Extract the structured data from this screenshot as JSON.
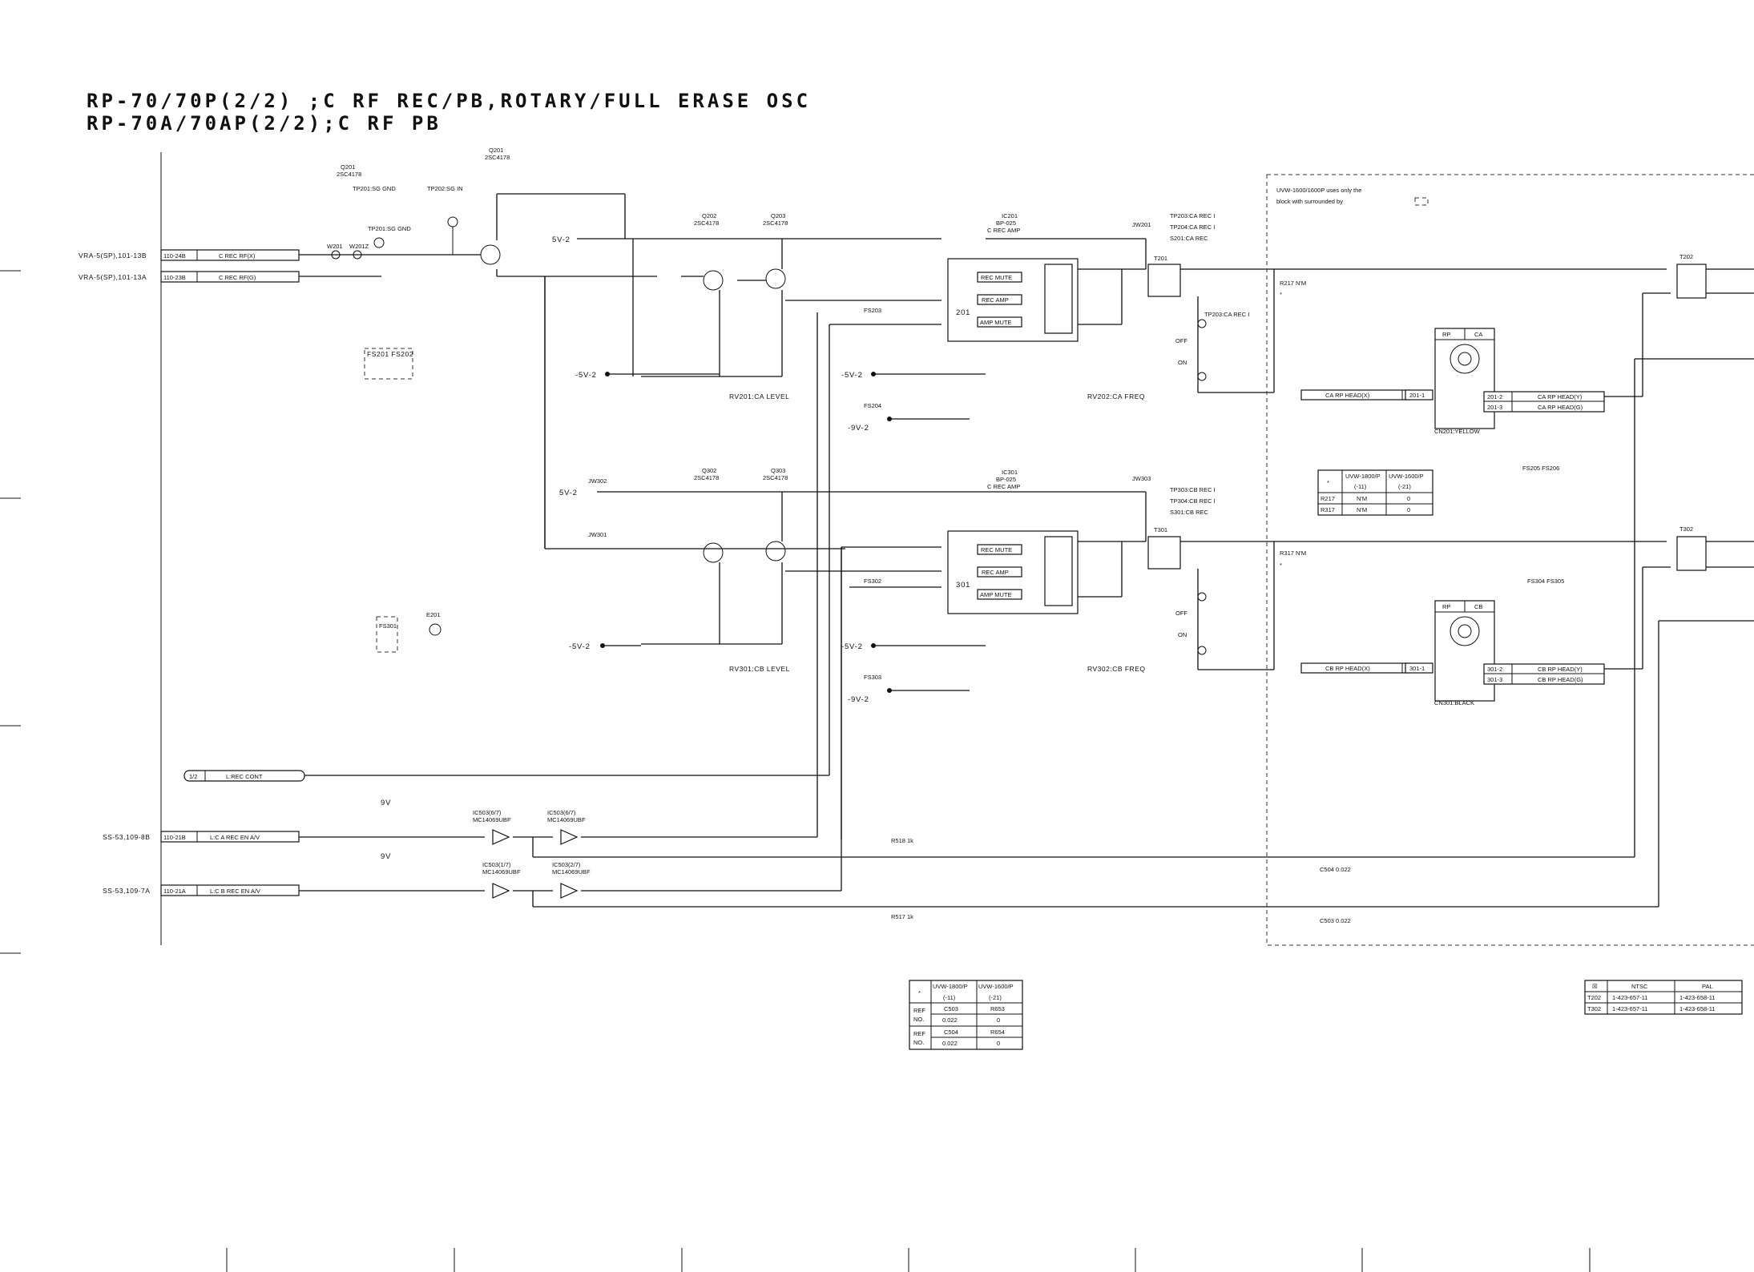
{
  "title": {
    "line1": "RP-70/70P(2/2)  ;C RF REC/PB,ROTARY/FULL ERASE OSC",
    "line2": "RP-70A/70AP(2/2);C RF PB"
  },
  "inputs": [
    {
      "source": "VRA-5(SP),101-13B",
      "ref": "110-24B",
      "signal": "C REC RF(X)"
    },
    {
      "source": "VRA-5(SP),101-13A",
      "ref": "110-23B",
      "signal": "C REC RF(G)"
    },
    {
      "source": "SS-53,109-8B",
      "ref": "110-21B",
      "signal": "L:C A REC EN A/V"
    },
    {
      "source": "SS-53,109-7A",
      "ref": "110-21A",
      "signal": "L:C B REC EN A/V"
    }
  ],
  "rec_cont": {
    "ref": "1/2",
    "signal": "L:REC CONT"
  },
  "test_points": {
    "tp201": "TP201:SG GND",
    "tp202": "TP202:SG IN",
    "tp203_a": "TP203:CA REC I",
    "tp204_a": "TP204:CA REC I",
    "s201": "S201:CA REC",
    "tp303_a": "TP303:CB REC I",
    "tp304_a": "TP304:CB REC I",
    "s301": "S301:CB REC"
  },
  "transistors": {
    "q201": [
      "Q201",
      "2SC4178"
    ],
    "q202": [
      "Q202",
      "2SC4178"
    ],
    "q203": [
      "Q203",
      "2SC4178"
    ],
    "q302": [
      "Q302",
      "2SC4178"
    ],
    "q303": [
      "Q303",
      "2SC4178"
    ]
  },
  "ics": {
    "ic201": {
      "name": "IC201",
      "part": "BP-025",
      "func": "C REC AMP",
      "num": "201",
      "blocks": [
        "REC MUTE",
        "REC AMP",
        "AMP MUTE"
      ]
    },
    "ic301": {
      "name": "IC301",
      "part": "BP-025",
      "func": "C REC AMP",
      "num": "301",
      "blocks": [
        "REC MUTE",
        "REC AMP",
        "AMP MUTE"
      ]
    }
  },
  "adjust": {
    "rv201": "RV201:CA LEVEL",
    "rv202": "RV202:CA FREQ",
    "rv301": "RV301:CB LEVEL",
    "rv302": "RV302:CB FREQ"
  },
  "rails": {
    "p5": "5V-2",
    "m5": "-5V-2",
    "m9": "-9V-2",
    "v9": "9V"
  },
  "buffers": {
    "ic503_6": [
      "IC503(6/7)",
      "MC14069UBF"
    ],
    "ic503_7": [
      "IC503(6/7)",
      "MC14069UBF"
    ],
    "ic503_1": [
      "IC503(1/7)",
      "MC14069UBF"
    ],
    "ic503_2": [
      "IC503(2/7)",
      "MC14069UBF"
    ]
  },
  "note": {
    "line1": "UVW-1600/1600P uses only the",
    "line2": "block with surrounded by"
  },
  "heads": {
    "ca": {
      "head_x": "CA RP HEAD(X)",
      "pin_x": "201-1",
      "pin_y": "201-2",
      "pin_g": "201-3",
      "head_y": "CA RP HEAD(Y)",
      "head_g": "CA RP HEAD(G)",
      "cn": "CN201:YELLOW",
      "rp": "RP",
      "ch": "CA"
    },
    "cb": {
      "head_x": "CB RP HEAD(X)",
      "pin_x": "301-1",
      "pin_y": "301-2",
      "pin_g": "301-3",
      "head_y": "CB RP HEAD(Y)",
      "head_g": "CB RP HEAD(G)",
      "cn": "CN301:BLACK",
      "rp": "RP",
      "ch": "CB"
    }
  },
  "switch": {
    "off": "OFF",
    "on": "ON"
  },
  "misc_labels": {
    "e201": "E201",
    "fs201": "FS201 FS202",
    "fs301": "FS301",
    "fs203": "FS203",
    "fs204": "FS204",
    "fs302": "FS302",
    "fs303": "FS303",
    "fs205": "FS205 FS206",
    "fs304": "FS304 FS305",
    "t201": "T201",
    "t202": "T202",
    "t301": "T301",
    "t302": "T302",
    "jw201": "JW201",
    "jw302": "JW302",
    "jw301": "JW301",
    "jw303": "JW303",
    "w201": "W201",
    "w201z": "W201Z",
    "r217": "R217 N'M",
    "r317": "R317 N'M",
    "c504": "C504 0.022",
    "c503": "C503 0.022",
    "r518": "R518 1k",
    "r517": "R517 1k"
  },
  "table_r": {
    "star": "*",
    "col1": [
      "UVW-1800/P",
      "(-11)"
    ],
    "col2": [
      "UVW-1600/P",
      "(-21)"
    ],
    "rows": [
      [
        "R217",
        "N'M",
        "0"
      ],
      [
        "R317",
        "N'M",
        "0"
      ]
    ]
  },
  "table_ref": {
    "star": "*",
    "col1": [
      "UVW-1800/P",
      "(-11)"
    ],
    "col2": [
      "UVW-1600/P",
      "(-21)"
    ],
    "ref": [
      "REF",
      "NO."
    ],
    "rows": [
      [
        "C503",
        "0.022",
        "R653",
        "0"
      ],
      [
        "C504",
        "0.022",
        "R654",
        "0"
      ]
    ]
  },
  "table_t": {
    "head": [
      "☒",
      "NTSC",
      "PAL"
    ],
    "rows": [
      [
        "T202",
        "1-423-657-11",
        "1-423-658-11"
      ],
      [
        "T302",
        "1-423-657-11",
        "1-423-658-11"
      ]
    ]
  },
  "colors": {
    "ink": "#111111",
    "paper": "#ffffff"
  }
}
